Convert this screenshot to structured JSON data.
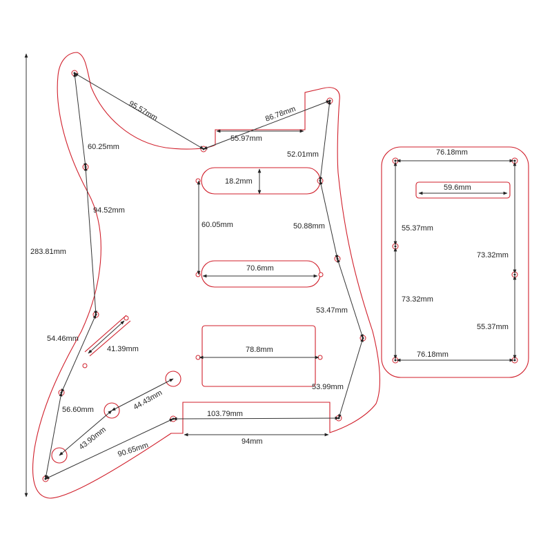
{
  "colors": {
    "outline": "#d01e2a",
    "dimension": "#333333",
    "background": "#ffffff"
  },
  "pickguard": {
    "overall_height": "283.81mm",
    "dims": {
      "d_95_57": "95.57mm",
      "d_86_78": "86.78mm",
      "d_55_97": "55.97mm",
      "d_60_25": "60.25mm",
      "d_52_01": "52.01mm",
      "d_18_2": "18.2mm",
      "d_94_52": "94.52mm",
      "d_60_05": "60.05mm",
      "d_50_88": "50.88mm",
      "d_70_6": "70.6mm",
      "d_53_47": "53.47mm",
      "d_54_46": "54.46mm",
      "d_41_39": "41.39mm",
      "d_78_8": "78.8mm",
      "d_53_99": "53.99mm",
      "d_44_43": "44.43mm",
      "d_56_60": "56.60mm",
      "d_103_79": "103.79mm",
      "d_43_90": "43.90mm",
      "d_94": "94mm",
      "d_90_65": "90.65mm"
    }
  },
  "backplate": {
    "top_width": "76.18mm",
    "slot_width": "59.6mm",
    "left_upper": "55.37mm",
    "right_upper": "73.32mm",
    "left_lower": "73.32mm",
    "right_lower": "55.37mm",
    "bottom_width": "76.18mm"
  }
}
